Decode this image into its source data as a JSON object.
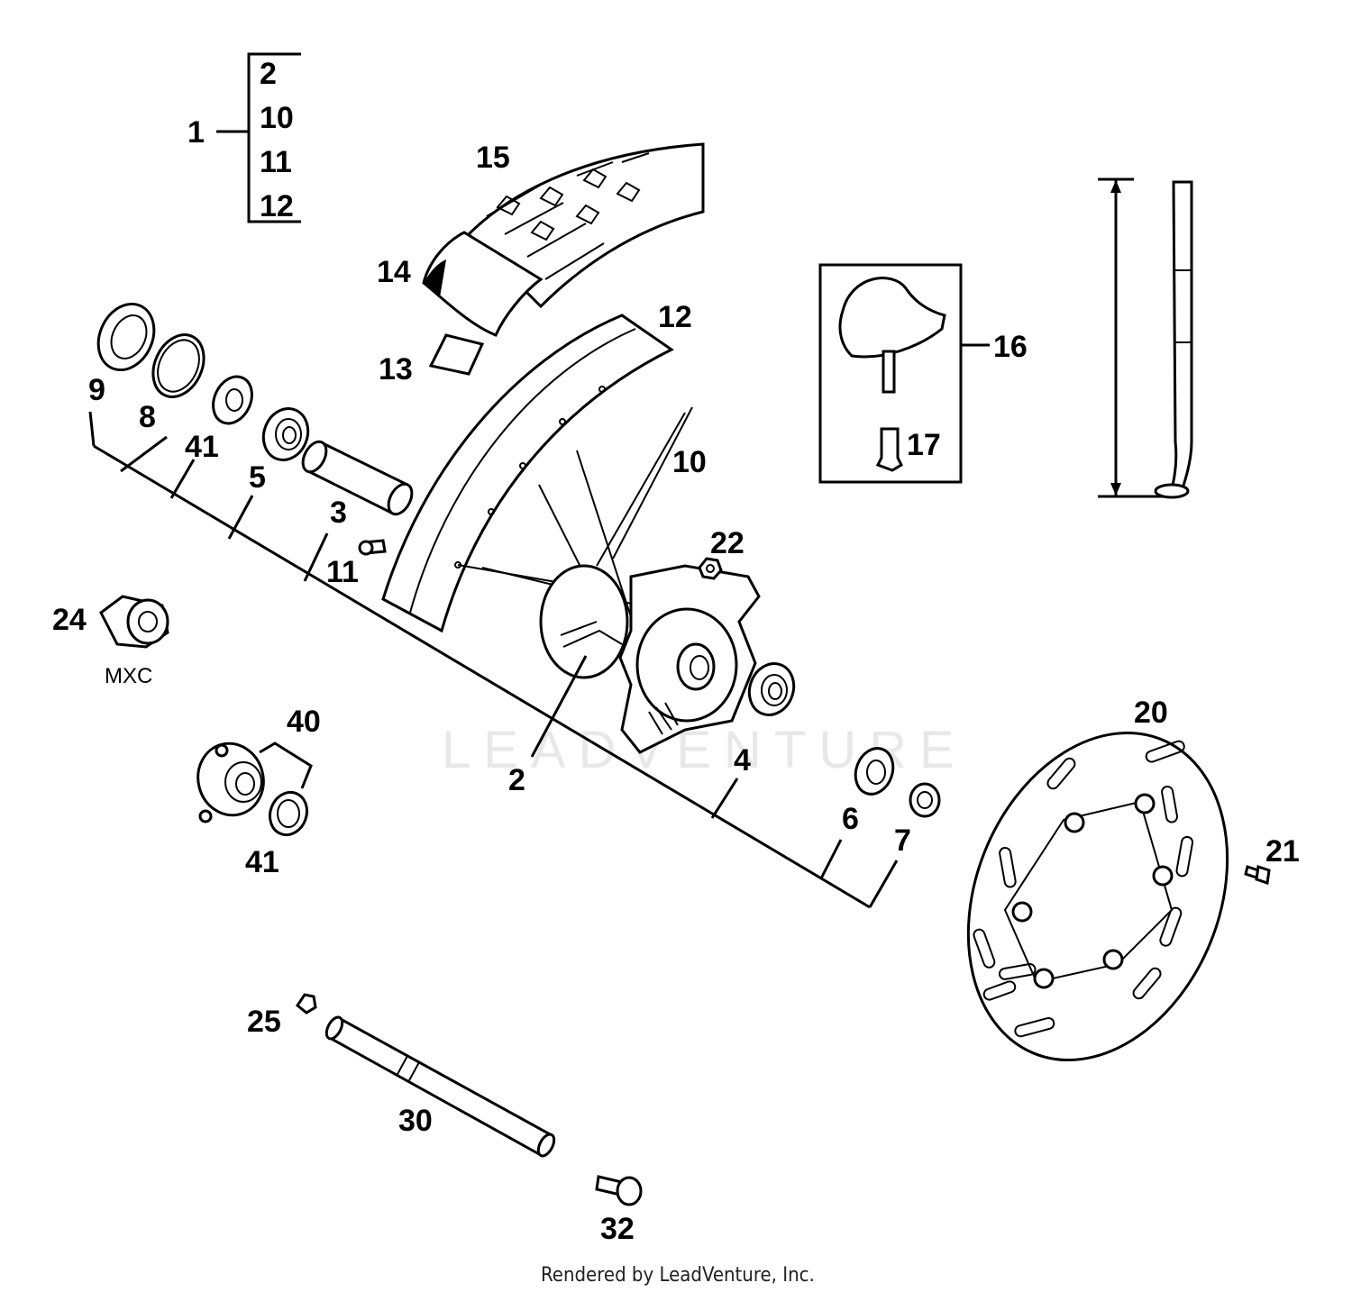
{
  "group_1": {
    "label": "1",
    "members": [
      "2",
      "10",
      "11",
      "12"
    ]
  },
  "callouts": {
    "c2": "2",
    "c3": "3",
    "c4": "4",
    "c5": "5",
    "c6": "6",
    "c7": "7",
    "c8": "8",
    "c9": "9",
    "c10": "10",
    "c11": "11",
    "c12": "12",
    "c13": "13",
    "c14": "14",
    "c15": "15",
    "c16": "16",
    "c17": "17",
    "c20": "20",
    "c21": "21",
    "c22": "22",
    "c24": "24",
    "c25": "25",
    "c30": "30",
    "c32": "32",
    "c40": "40",
    "c41a": "41",
    "c41b": "41"
  },
  "notes": {
    "mxc": "MXC"
  },
  "watermark": "LEADVENTURE",
  "footer": "Rendered by LeadVenture, Inc."
}
